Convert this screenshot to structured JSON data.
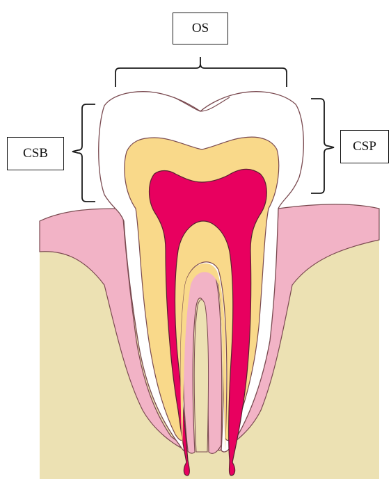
{
  "labels": {
    "occlusal": "OS",
    "buccal": "CSB",
    "palatal": "CSP"
  },
  "colors": {
    "bone": "#ece1b3",
    "gum": "#f2b3c6",
    "enamel": "#ffffff",
    "dentin": "#f9d98a",
    "pulp": "#e8005f",
    "outline": "#7a4a50"
  }
}
